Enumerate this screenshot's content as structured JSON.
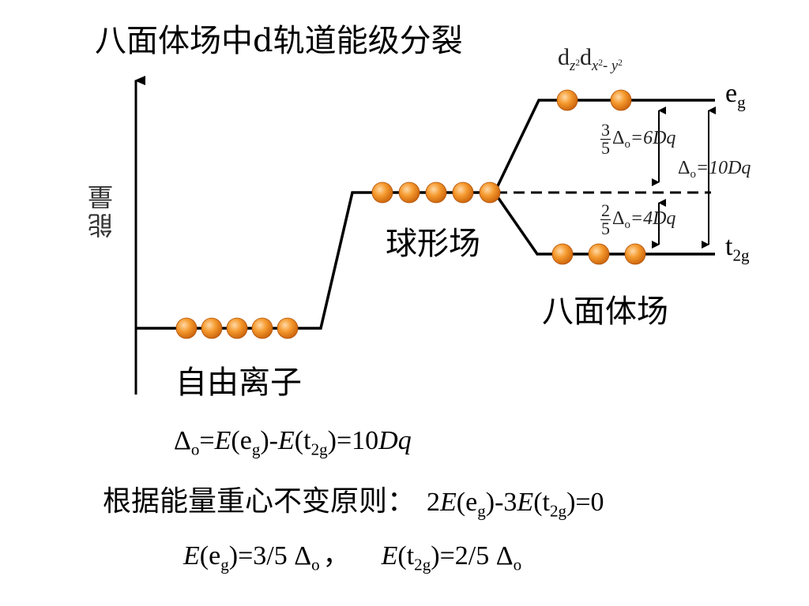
{
  "title": "八面体场中d轨道能级分裂",
  "axis_label": "能量",
  "labels": {
    "free_ion": "自由离子",
    "spherical_field": "球形场",
    "octahedral_field": "八面体场",
    "eg_main": "e",
    "eg_sub": "g",
    "t2g_main": "t",
    "t2g_sub": "2g",
    "orbital_d": "d",
    "orbital_z2_sub": "z",
    "orbital_z2_sup": "2",
    "orbital_x2y2_sub_a": "x",
    "orbital_x2y2_sup_a": "2",
    "orbital_x2y2_sub_b": "- y",
    "orbital_x2y2_sup_b": "2"
  },
  "annotations": {
    "upper_frac_num": "3",
    "upper_frac_den": "5",
    "upper_text": "Δ",
    "upper_text_sub": "o",
    "upper_eq": "=6Dq",
    "lower_frac_num": "2",
    "lower_frac_den": "5",
    "lower_text": "Δ",
    "lower_text_sub": "o",
    "lower_eq": "=4Dq",
    "total_text": "Δ",
    "total_sub": "o",
    "total_eq": "=10Dq"
  },
  "equations": {
    "eq1": {
      "delta": "Δ",
      "delta_sub": "o",
      "eq": "=",
      "E1": "E",
      "p1": "(e",
      "s1": "g",
      "c1": ")-",
      "E2": "E",
      "p2": "(t",
      "s2": "2g",
      "c2": ")=10",
      "Dq": "Dq"
    },
    "eq2": {
      "prefix": "根据能量重心不变原则：",
      "a": "2",
      "E1": "E",
      "p1": "(e",
      "s1": "g",
      "c1": ")-3",
      "E2": "E",
      "p2": "(t",
      "s2": "2g",
      "c2": ")=0"
    },
    "eq3": {
      "E1": "E",
      "p1": "(e",
      "s1": "g",
      "c1": ")=3/5 Δ",
      "d1sub": "o",
      "comma": "，",
      "E2": "E",
      "p2": "(t",
      "s2": "2g",
      "c2": ")=2/5 Δ",
      "d2sub": "o"
    }
  },
  "diagram": {
    "free_ion_orbitals": 5,
    "spherical_orbitals": 5,
    "eg_orbitals": 2,
    "t2g_orbitals": 3,
    "orbital_color": "#f08a1c"
  }
}
